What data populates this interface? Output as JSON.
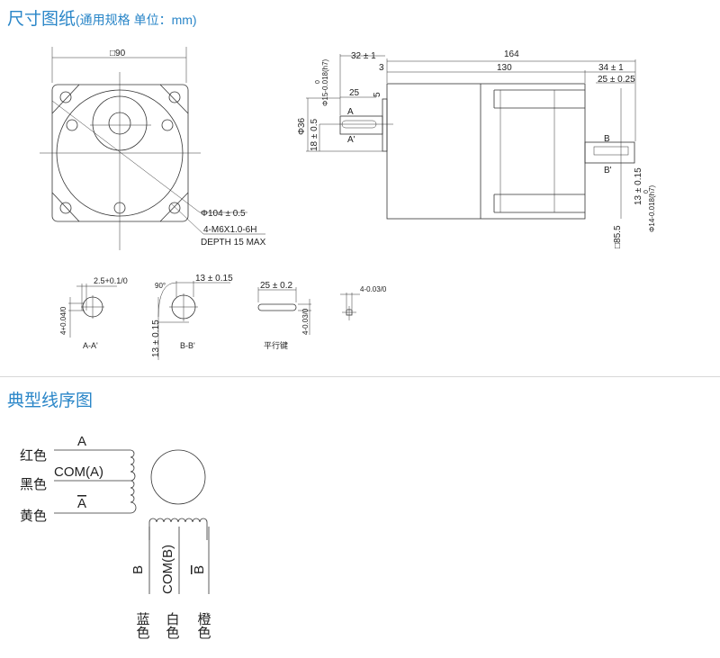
{
  "section1": {
    "title": "尺寸图纸",
    "subtitle": "(通用规格 单位：mm)"
  },
  "section2": {
    "title": "典型线序图"
  },
  "front_view": {
    "square": "□90",
    "diameter": "Φ104 ± 0.5",
    "thread": "4-M6X1.0-6H",
    "depth": "DEPTH 15 MAX"
  },
  "side_view": {
    "d32": "32 ± 1",
    "d164": "164",
    "d3": "3",
    "d130": "130",
    "d34": "34 ± 1",
    "d25_025": "25 ± 0.25",
    "d25": "25",
    "d5": "5",
    "phi15": "Φ15-0.018(h7)",
    "phi15_top": "0",
    "phi36": "Φ36",
    "d18": "18 ± 0.5",
    "secA": "A",
    "secA2": "A'",
    "secB": "B",
    "secB2": "B'",
    "d13": "13 ± 0.15",
    "phi14": "Φ14-0.018(h7)",
    "phi14_top": "0",
    "sq85": "□85.5"
  },
  "sections": {
    "aa_dim": "2.5+0.1/0",
    "aa_h": "4+0.04/0",
    "aa_label": "A-A'",
    "bb_angle": "90°",
    "bb_dim": "13 ± 0.15",
    "bb_h": "13 ± 0.15",
    "bb_label": "B-B'",
    "key_len": "25 ± 0.2",
    "key_h": "4-0.03/0",
    "key_label": "平行键",
    "key_w": "4-0.03/0"
  },
  "wiring": {
    "red": "红色",
    "black": "黑色",
    "yellow": "黄色",
    "a": "A",
    "com_a": "COM(A)",
    "a_bar": "A",
    "b": "B",
    "com_b": "COM(B)",
    "b_bar": "B",
    "blue": "蓝色",
    "white": "白色",
    "orange": "橙色"
  }
}
